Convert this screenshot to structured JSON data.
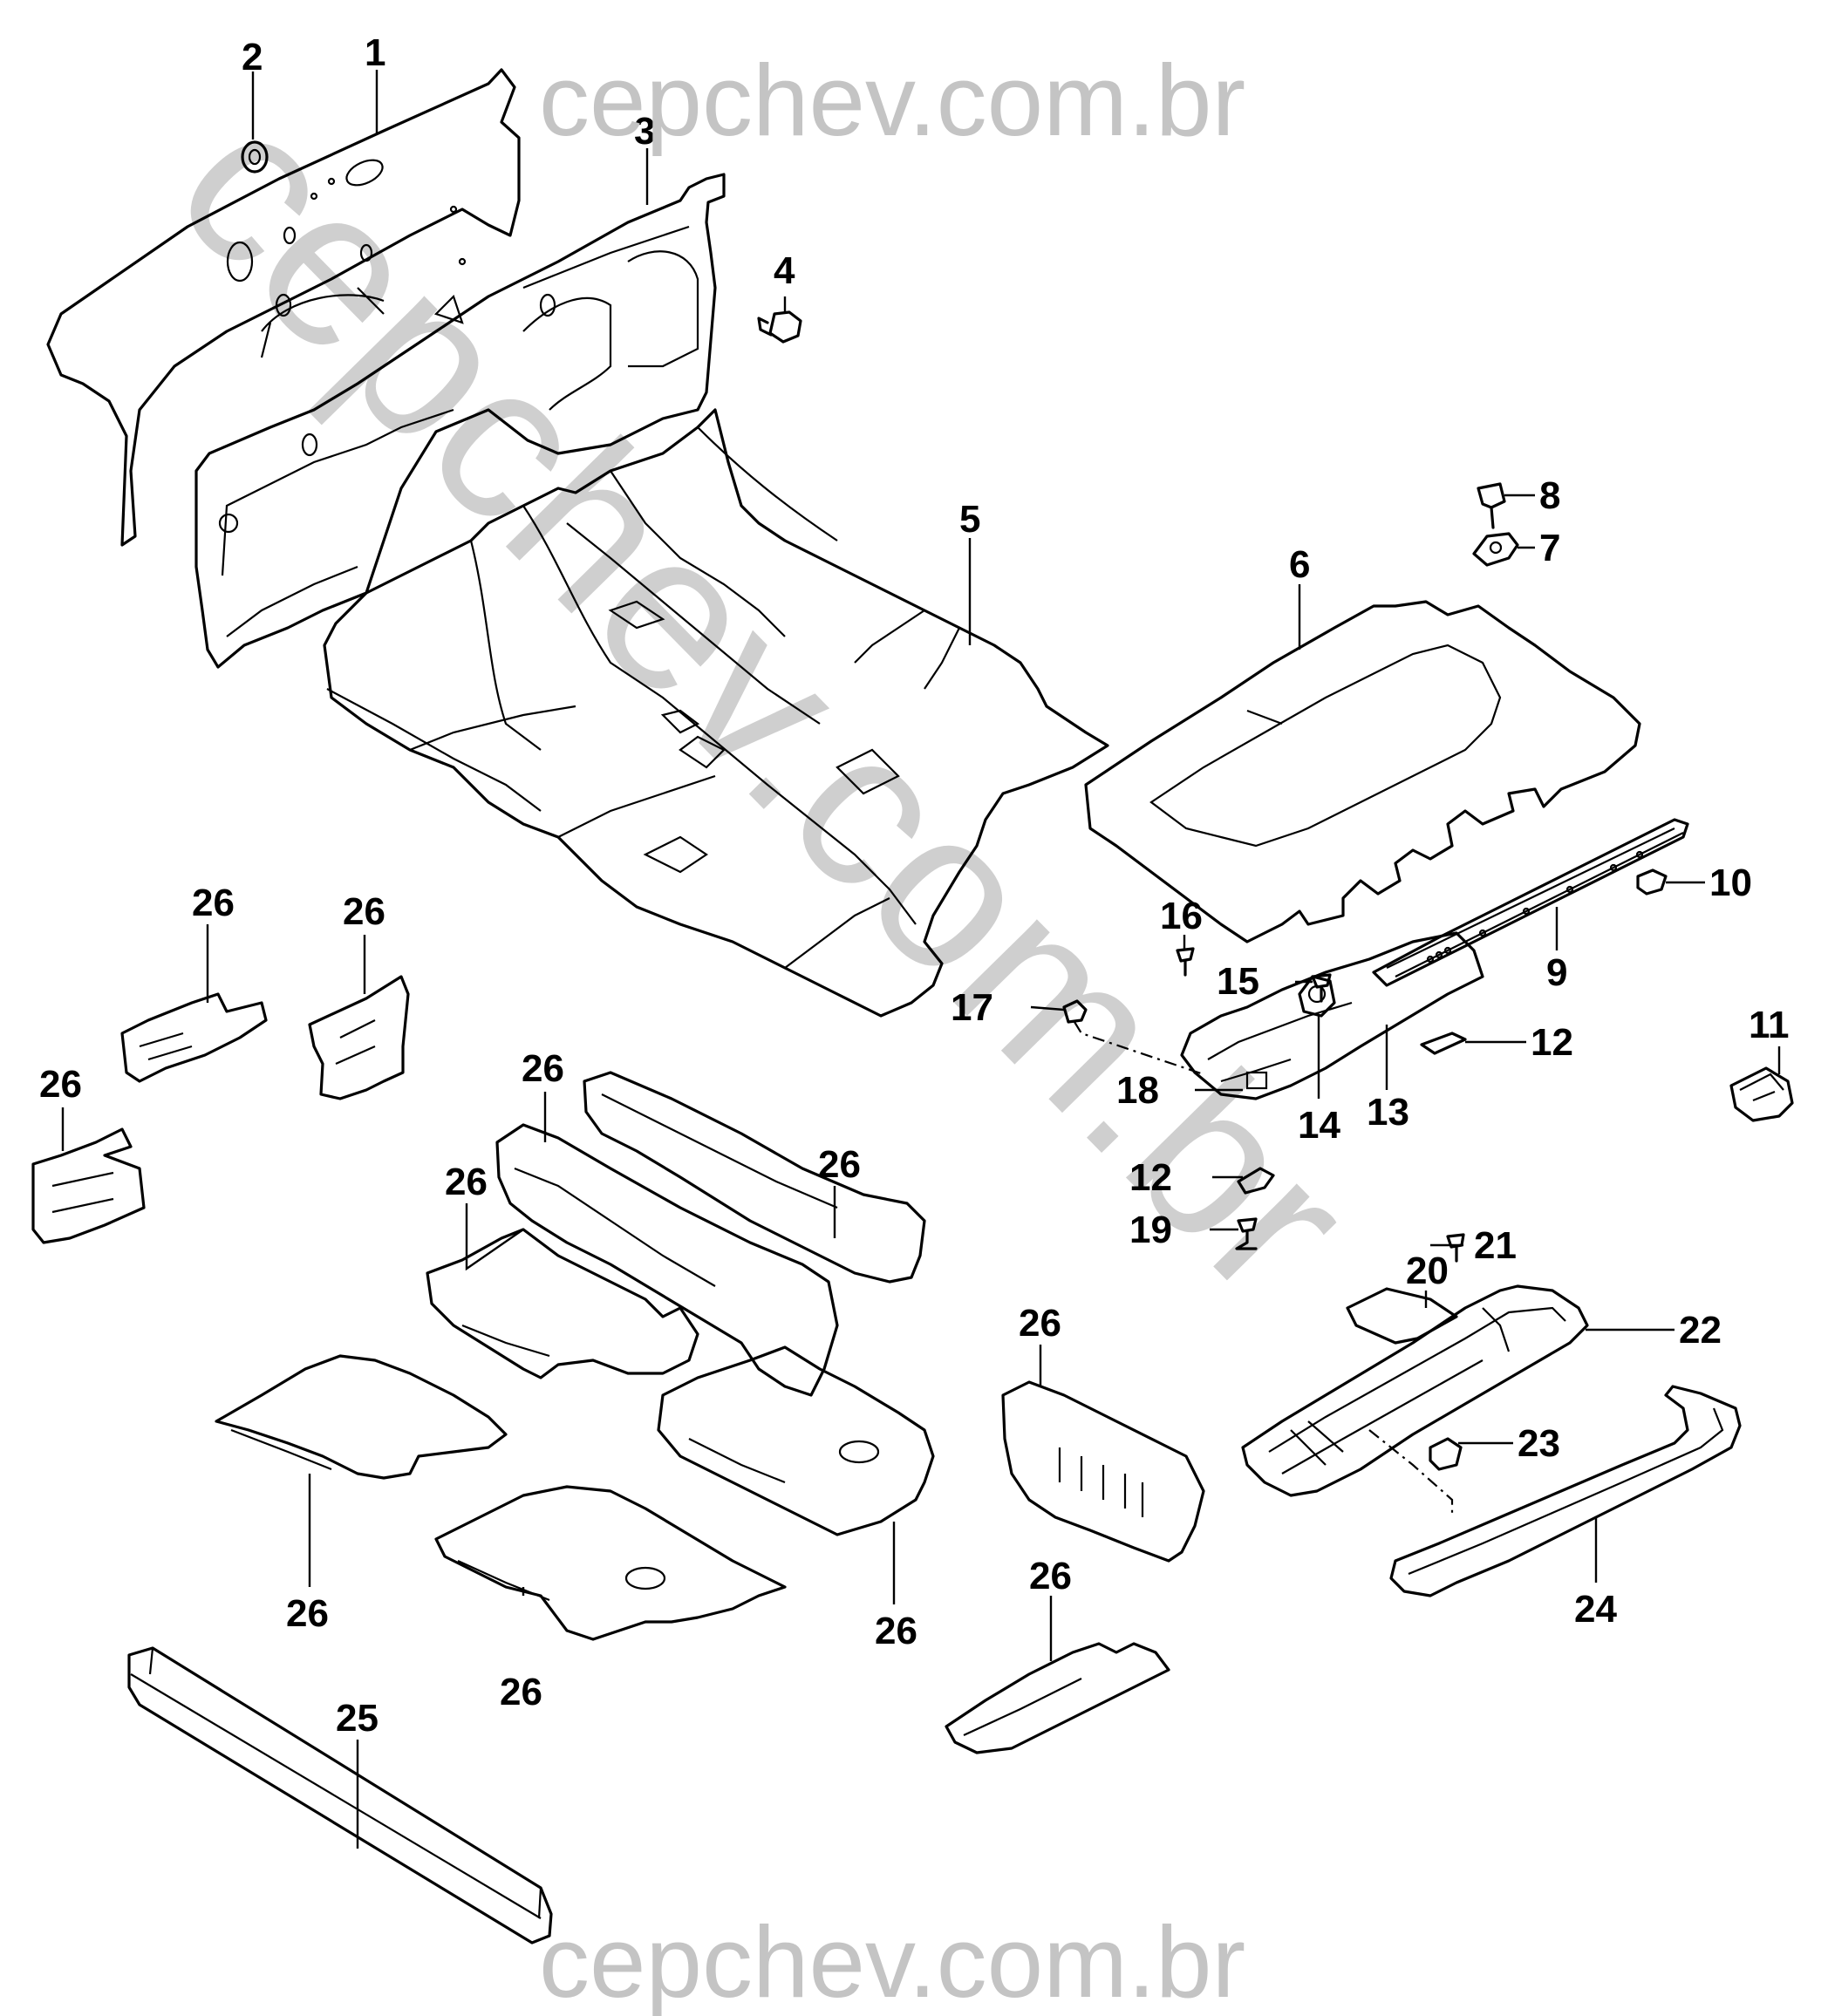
{
  "watermarks": {
    "top": "cepchev.com.br",
    "bottom": "cepchev.com.br",
    "diagonal": "cepchev.com.br"
  },
  "callouts": {
    "c1": "1",
    "c2": "2",
    "c3": "3",
    "c4": "4",
    "c5": "5",
    "c6": "6",
    "c7": "7",
    "c8": "8",
    "c9": "9",
    "c10": "10",
    "c11": "11",
    "c12a": "12",
    "c12b": "12",
    "c13": "13",
    "c14": "14",
    "c15": "15",
    "c16": "16",
    "c17": "17",
    "c18": "18",
    "c19": "19",
    "c20": "20",
    "c21": "21",
    "c22": "22",
    "c23": "23",
    "c24": "24",
    "c25": "25",
    "c26a": "26",
    "c26b": "26",
    "c26c": "26",
    "c26d": "26",
    "c26e": "26",
    "c26f": "26",
    "c26g": "26",
    "c26h": "26",
    "c26i": "26",
    "c26j": "26",
    "c26k": "26",
    "c26l": "26"
  },
  "colors": {
    "line": "#000000",
    "watermark": "#c4c4c4",
    "background": "#ffffff"
  }
}
